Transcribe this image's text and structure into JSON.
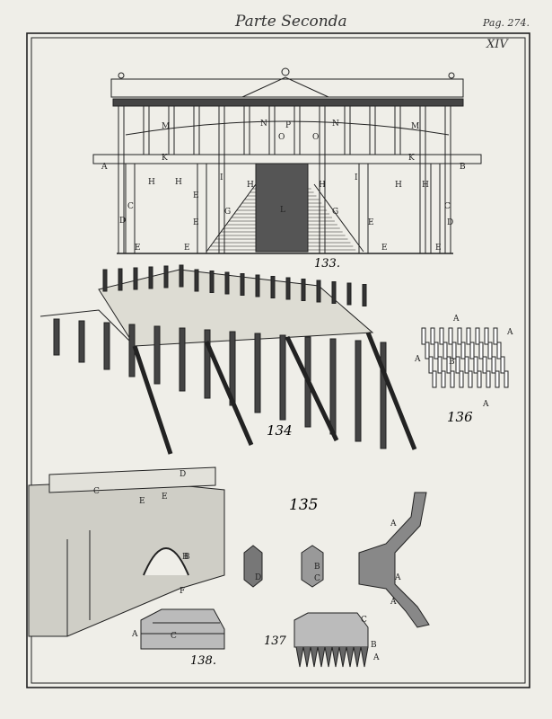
{
  "header": {
    "title": "Parte Seconda",
    "page": "Pag. 274.",
    "plate": "XIV"
  },
  "figures": {
    "fig133": {
      "number": "133.",
      "labels": [
        "A",
        "B",
        "M",
        "N",
        "O",
        "P",
        "N",
        "O",
        "M",
        "K",
        "K",
        "H",
        "H",
        "H",
        "H",
        "H",
        "H",
        "I",
        "I",
        "G",
        "G",
        "C",
        "D",
        "E",
        "E",
        "E",
        "E",
        "E",
        "E",
        "C",
        "D",
        "E",
        "L"
      ]
    },
    "fig134": {
      "number": "134"
    },
    "fig135": {
      "number": "135",
      "labels": [
        "A",
        "A",
        "A",
        "B",
        "C",
        "D",
        "B",
        "C"
      ]
    },
    "fig136": {
      "number": "136",
      "labels": [
        "A",
        "A",
        "A",
        "A",
        "B"
      ]
    },
    "fig137": {
      "number": "137",
      "labels": [
        "C",
        "B",
        "A"
      ]
    },
    "fig138": {
      "number": "138.",
      "labels": [
        "A",
        "C",
        "D",
        "E",
        "E",
        "B",
        "F"
      ]
    }
  },
  "colors": {
    "paper": "#efeee8",
    "ink": "#222222"
  }
}
